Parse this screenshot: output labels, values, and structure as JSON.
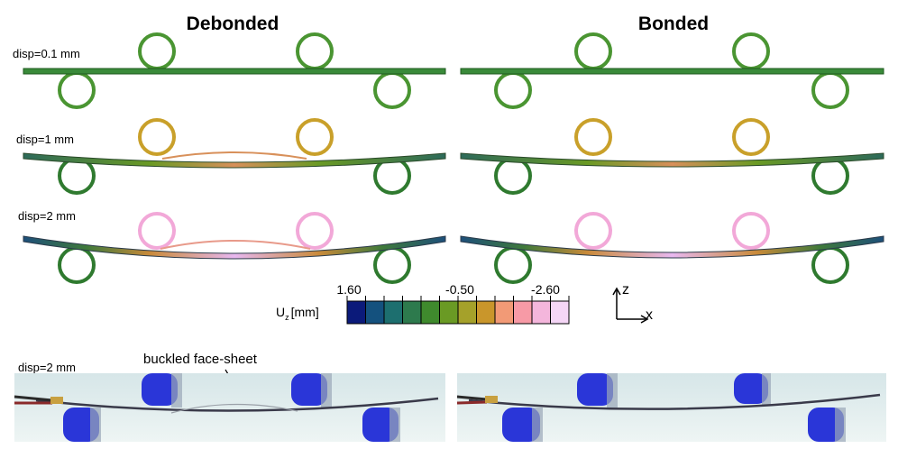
{
  "titles": {
    "left": "Debonded",
    "right": "Bonded"
  },
  "rows": [
    {
      "label": "disp=0.1 mm"
    },
    {
      "label": "disp=1 mm"
    },
    {
      "label": "disp=2 mm"
    }
  ],
  "photo": {
    "label": "disp=2 mm",
    "annotation": "buckled face-sheet"
  },
  "colorbar": {
    "symbol": "U",
    "subscript": "z",
    "unit": "[mm]",
    "tick_labels": [
      "1.60",
      "-0.50",
      "-2.60"
    ],
    "colors": [
      "#0b1a7a",
      "#14517e",
      "#1d6f6f",
      "#2d7a4d",
      "#3f8a2d",
      "#6a9a24",
      "#a5a12a",
      "#c9962b",
      "#f29a76",
      "#f79aa6",
      "#f4b6dc",
      "#f5d6f6"
    ]
  },
  "axes": {
    "z": "z",
    "x": "x"
  },
  "colors": {
    "roller": "#4a9532",
    "beam_flat": "#3a8a3a",
    "loading_roller_mid": "#c9a02a",
    "loading_roller_high": "#f2a8d8",
    "beam_deflected": "#f5c3ff",
    "fixture_blue": "#2a36d8",
    "photo_bg": "#dde9ea"
  }
}
